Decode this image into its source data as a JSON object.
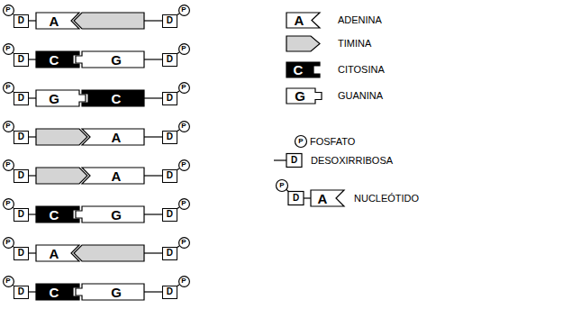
{
  "diagram": {
    "nodes": [
      {
        "text": [
          "P"
        ]
      },
      {
        "text": [
          "D"
        ]
      },
      {
        "text": [
          "A"
        ]
      },
      {
        "text": [
          "D"
        ]
      },
      {
        "text": [
          "P"
        ]
      },
      {
        "text": [
          "P"
        ]
      },
      {
        "text": [
          "D"
        ]
      },
      {
        "text": [
          "C"
        ]
      },
      {
        "text": [
          "G"
        ]
      },
      {
        "text": [
          "D"
        ]
      },
      {
        "text": [
          "P"
        ]
      },
      {
        "text": [
          "P"
        ]
      },
      {
        "text": [
          "D"
        ]
      },
      {
        "text": [
          "G"
        ]
      },
      {
        "text": [
          "C"
        ]
      },
      {
        "text": [
          "D"
        ]
      },
      {
        "text": [
          "P"
        ]
      },
      {
        "text": [
          "P"
        ]
      },
      {
        "text": [
          "D"
        ]
      },
      {
        "text": [
          "A"
        ]
      },
      {
        "text": [
          "D"
        ]
      },
      {
        "text": [
          "P"
        ]
      },
      {
        "text": [
          "P"
        ]
      },
      {
        "text": [
          "D"
        ]
      },
      {
        "text": [
          "A"
        ]
      },
      {
        "text": [
          "D"
        ]
      },
      {
        "text": [
          "P"
        ]
      },
      {
        "text": [
          "P"
        ]
      },
      {
        "text": [
          "D"
        ]
      },
      {
        "text": [
          "C"
        ]
      },
      {
        "text": [
          "G"
        ]
      },
      {
        "text": [
          "D"
        ]
      },
      {
        "text": [
          "P"
        ]
      },
      {
        "text": [
          "P"
        ]
      },
      {
        "text": [
          "D"
        ]
      },
      {
        "text": [
          "A"
        ]
      },
      {
        "text": [
          "D"
        ]
      },
      {
        "text": [
          "P"
        ]
      },
      {
        "text": [
          "P"
        ]
      },
      {
        "text": [
          "D"
        ]
      },
      {
        "text": [
          "C"
        ]
      },
      {
        "text": [
          "G"
        ]
      },
      {
        "text": [
          "D"
        ]
      },
      {
        "text": [
          "P"
        ]
      }
    ],
    "edges": [
      {
        "from": 0,
        "to": 1,
        "arrow": "none"
      },
      {
        "from": 1,
        "to": 2,
        "arrow": "none"
      },
      {
        "from": 3,
        "to": 4,
        "arrow": "none"
      },
      {
        "from": 5,
        "to": 6,
        "arrow": "none"
      },
      {
        "from": 6,
        "to": 7,
        "arrow": "none"
      },
      {
        "from": 8,
        "to": 9,
        "arrow": "none"
      },
      {
        "from": 9,
        "to": 10,
        "arrow": "none"
      },
      {
        "from": 11,
        "to": 12,
        "arrow": "none"
      },
      {
        "from": 12,
        "to": 13,
        "arrow": "none"
      },
      {
        "from": 14,
        "to": 15,
        "arrow": "none"
      },
      {
        "from": 15,
        "to": 16,
        "arrow": "none"
      },
      {
        "from": 17,
        "to": 18,
        "arrow": "none"
      },
      {
        "from": 19,
        "to": 20,
        "arrow": "none"
      },
      {
        "from": 20,
        "to": 21,
        "arrow": "none"
      },
      {
        "from": 22,
        "to": 23,
        "arrow": "none"
      },
      {
        "from": 24,
        "to": 25,
        "arrow": "none"
      },
      {
        "from": 25,
        "to": 26,
        "arrow": "none"
      },
      {
        "from": 27,
        "to": 28,
        "arrow": "none"
      },
      {
        "from": 28,
        "to": 29,
        "arrow": "none"
      },
      {
        "from": 30,
        "to": 31,
        "arrow": "none"
      },
      {
        "from": 31,
        "to": 32,
        "arrow": "none"
      },
      {
        "from": 33,
        "to": 34,
        "arrow": "none"
      },
      {
        "from": 34,
        "to": 35,
        "arrow": "none"
      },
      {
        "from": 36,
        "to": 37,
        "arrow": "none"
      },
      {
        "from": 38,
        "to": 39,
        "arrow": "none"
      },
      {
        "from": 39,
        "to": 40,
        "arrow": "none"
      },
      {
        "from": 41,
        "to": 42,
        "arrow": "none"
      },
      {
        "from": 42,
        "to": 43,
        "arrow": "none"
      }
    ],
    "labels": [
      "A",
      "C",
      "G",
      "P",
      "D",
      "P",
      "D",
      "A"
    ],
    "legend": [
      {
        "text": "ADENINA"
      },
      {
        "text": "TIMINA"
      },
      {
        "text": "CITOSINA"
      },
      {
        "text": "GUANINA"
      },
      {
        "text": "FOSFATO"
      },
      {
        "text": "DESOXIRRIBOSA"
      },
      {
        "text": "NUCLEÓTIDO"
      }
    ]
  }
}
